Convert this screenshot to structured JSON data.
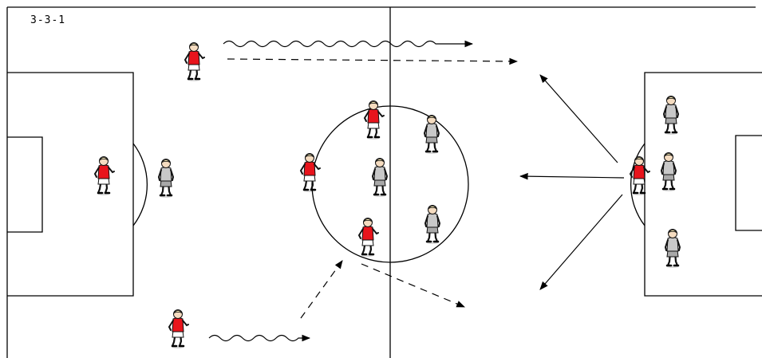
{
  "diagram": {
    "formation_label": "3-3-1",
    "colors": {
      "line": "#000000",
      "pitch": "#ffffff",
      "attacker_shirt": "#e8141c",
      "attacker_shorts": "#ffffff",
      "defender_kit": "#c8c8c8",
      "skin": "#f5dcc0",
      "hair": "#f2e6b0"
    },
    "attacking_team": {
      "name": "",
      "kit": "red",
      "player_count": 7
    },
    "defending_team": {
      "name": "",
      "kit": "grey",
      "player_count": 7
    },
    "movements": [
      {
        "type": "dribble",
        "icon": "wavy-arrow-icon"
      },
      {
        "type": "run",
        "icon": "dashed-arrow-icon"
      },
      {
        "type": "pass",
        "icon": "solid-arrow-icon"
      }
    ]
  }
}
